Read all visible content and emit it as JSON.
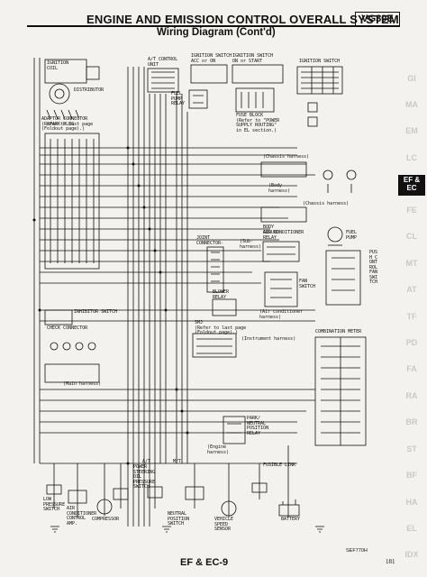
{
  "header": {
    "title": "ENGINE AND EMISSION CONTROL OVERALL SYSTEM",
    "model_code": "VG30E",
    "subtitle": "Wiring Diagram (Cont'd)"
  },
  "diagram": {
    "labels": {
      "ignition_coil": "IGNITION\nCOIL",
      "distributor": "DISTRIBUTOR",
      "spark_plug": "SPARK PLUG",
      "at_control_unit": "A/T CONTROL\nUNIT",
      "ignition_switch_acc": "IGNITION SWITCH\nACC or ON",
      "ignition_switch_on": "IGNITION SWITCH\nON or START",
      "ignition_switch": "IGNITION SWITCH",
      "fuel_pump_relay": "FUEL\nPUMP\nRELAY",
      "fuse_block": "FUSE BLOCK\n(Refer to \"POWER\nSUPPLY ROUTING\"\nin EL section.)",
      "adapter_connector": "ADAPTOR CONNECTOR\n(Refer to last page\n(Foldout page).)",
      "chassis_harness_1": "(Chassis harness)",
      "body_harness": "(Body\nharness)",
      "chassis_harness_2": "(Chassis harness)",
      "body_ground": "BODY\nGROUND",
      "fuel_pump": "FUEL\nPUMP",
      "joint_connector": "JOINT\nCONNECTOR-",
      "sub_harness": "(Sub-\nharness)",
      "air_conditioner_relay": "AIR CONDITIONER\nRELAY",
      "blower_relay": "BLOWER\nRELAY",
      "fan_switch": "FAN\nSWITCH",
      "push_control_fan_switch": "PUSH CONTROL FAN SWITCH",
      "ac_harness": "(Air conditioner\nharness)",
      "check_connector": "CHECK CONNECTOR",
      "inhibitor_switch": "INHIBITOR SWITCH",
      "smj": "SMJ\n(Refer to last page\n(Foldout page).)",
      "instrument_harness": "(Instrument harness)",
      "main_harness": "(Main harness)",
      "combination_meter": "COMBINATION METER",
      "park_neutral_relay": "PARK/\nNEUTRAL\nPOSITION\nRELAY",
      "engine_harness": "(Engine\nharness)",
      "power_steering_oil_pressure_switch": "POWER\nSTEERING\nOIL\nPRESSURE\nSWITCH",
      "low_pressure_switch": "LOW\nPRESSURE\nSWITCH",
      "air_conditioner_control_amp": "AIR\nCONDITIONER\nCONTROL\nAMP.",
      "compressor": "COMPRESSOR",
      "neutral_position_switch": "NEUTRAL\nPOSITION\nSWITCH",
      "vehicle_speed_sensor": "VEHICLE\nSPEED\nSENSOR",
      "fusible_link": "FUSIBLE LINK",
      "battery": "BATTERY",
      "at": "A/T",
      "mt": "M/T"
    }
  },
  "index_tabs": [
    "GI",
    "MA",
    "EM",
    "LC",
    "EF &\nEC",
    "FE",
    "CL",
    "MT",
    "AT",
    "TF",
    "PD",
    "FA",
    "RA",
    "BR",
    "ST",
    "BF",
    "HA",
    "EL",
    "IDX"
  ],
  "active_tab_index": 4,
  "footer": {
    "figure_code": "SEF770H",
    "page_label": "EF & EC-9",
    "page_number": "181"
  },
  "colors": {
    "ink": "#111111",
    "paper": "#f3f2ee",
    "tab_inactive": "#c9c9c9"
  }
}
